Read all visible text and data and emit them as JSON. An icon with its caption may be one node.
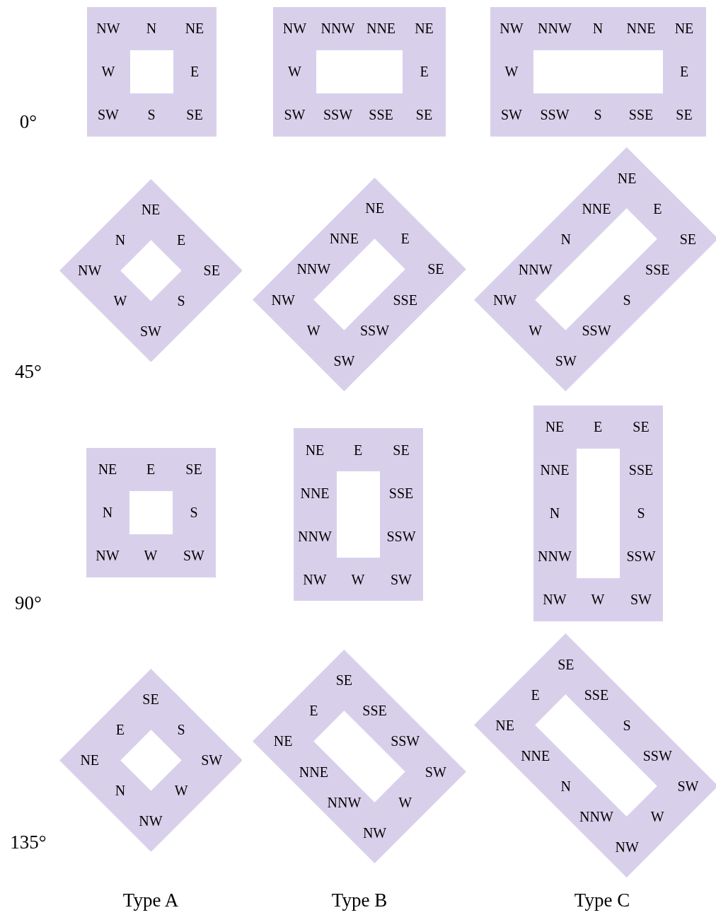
{
  "diagram": {
    "nodes": [
      {
        "text": [
          "NW",
          "N",
          "NE",
          "W",
          "E",
          "SW",
          "S",
          "SE"
        ]
      },
      {
        "text": [
          "NW",
          "NNW",
          "NNE",
          "NE",
          "W",
          "E",
          "SW",
          "SSW",
          "SSE",
          "SE"
        ]
      },
      {
        "text": [
          "NW",
          "NNW",
          "N",
          "NNE",
          "NE",
          "W",
          "E",
          "SW",
          "SSW",
          "S",
          "SSE",
          "SE"
        ]
      },
      {
        "text": [
          "NW",
          "N",
          "NE",
          "W",
          "E",
          "SW",
          "S",
          "SE"
        ]
      },
      {
        "text": [
          "NW",
          "NNW",
          "NNE",
          "NE",
          "W",
          "E",
          "SW",
          "SSW",
          "SSE",
          "SE"
        ]
      },
      {
        "text": [
          "NW",
          "NNW",
          "N",
          "NNE",
          "NE",
          "W",
          "E",
          "SW",
          "SSW",
          "S",
          "SSE",
          "SE"
        ]
      },
      {
        "text": [
          "NW",
          "N",
          "NE",
          "W",
          "E",
          "SW",
          "S",
          "SE"
        ]
      },
      {
        "text": [
          "NW",
          "NNW",
          "NNE",
          "NE",
          "W",
          "E",
          "SW",
          "SSW",
          "SSE",
          "SE"
        ]
      },
      {
        "text": [
          "NW",
          "NNW",
          "N",
          "NNE",
          "NE",
          "W",
          "E",
          "SW",
          "SSW",
          "S",
          "SSE",
          "SE"
        ]
      },
      {
        "text": [
          "NW",
          "N",
          "NE",
          "W",
          "E",
          "SW",
          "S",
          "SE"
        ]
      },
      {
        "text": [
          "NW",
          "NNW",
          "NNE",
          "NE",
          "W",
          "E",
          "SW",
          "SSW",
          "SSE",
          "SE"
        ]
      },
      {
        "text": [
          "NW",
          "NNW",
          "N",
          "NNE",
          "NE",
          "W",
          "E",
          "SW",
          "SSW",
          "S",
          "SSE",
          "SE"
        ]
      }
    ],
    "labels": [
      "0°",
      "45°",
      "90°",
      "135°",
      "Type A",
      "Type B",
      "Type C"
    ]
  }
}
